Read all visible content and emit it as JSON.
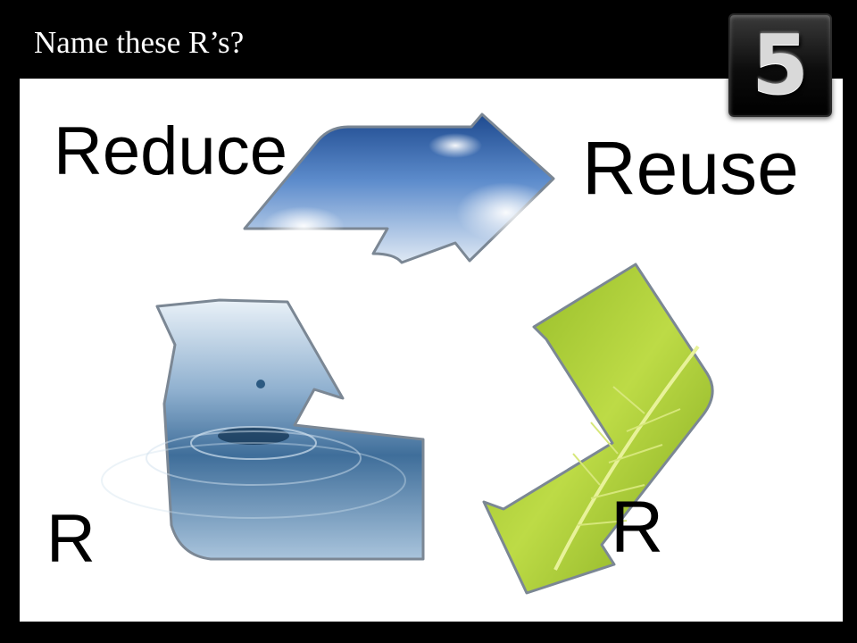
{
  "slide": {
    "title": "Name these R’s?",
    "badge_number": "5",
    "words": {
      "reduce": "Reduce",
      "reuse": "Reuse",
      "recycle_hint_left": "R",
      "recycle_hint_right": "R"
    },
    "icons": [
      "recycle-arrow-sky-icon",
      "recycle-arrow-leaf-icon",
      "recycle-arrow-water-icon"
    ],
    "colors": {
      "background": "#000000",
      "panel": "#ffffff",
      "sky": "#3f6fb3",
      "leaf": "#a6c93a",
      "water": "#5f86ad"
    }
  }
}
